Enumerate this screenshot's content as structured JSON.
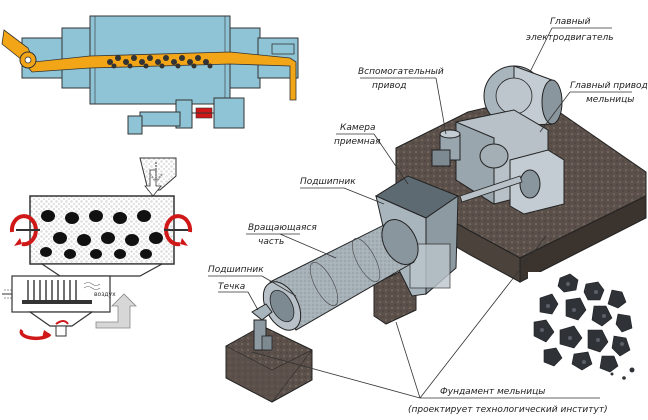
{
  "labels": {
    "main_motor_line1": "Главный",
    "main_motor_line2": "электродвигатель",
    "aux_drive_line1": "Вспомогательный",
    "aux_drive_line2": "привод",
    "main_drive_line1": "Главный привод",
    "main_drive_line2": "мельницы",
    "chamber_line1": "Камера",
    "chamber_line2": "приемная",
    "bearing_top": "Подшипник",
    "rotating_line1": "Вращающаяся",
    "rotating_line2": "часть",
    "bearing_bottom": "Подшипник",
    "chute": "Течка",
    "foundation_line1": "Фундамент мельницы",
    "foundation_line2": "(проектирует технологический институт)",
    "air": "воздух"
  },
  "colors": {
    "shell_blue": "#8fc4d6",
    "feed_orange": "#f2a516",
    "machine_grey": "#a9b5bd",
    "foundation_brown": "#6e625a",
    "arrow_red": "#d01818"
  }
}
